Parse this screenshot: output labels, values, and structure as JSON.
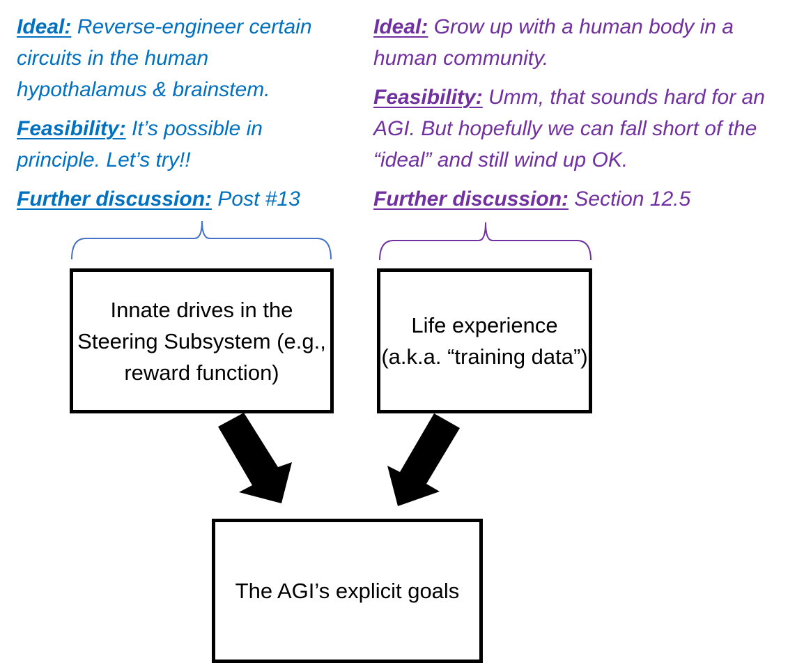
{
  "left_annotation": {
    "color": "#0070C0",
    "ideal_label": "Ideal:",
    "ideal_text": " Reverse-engineer certain circuits in the human hypothalamus & brainstem.",
    "feasibility_label": "Feasibility:",
    "feasibility_text": " It’s possible in principle. Let’s try!!",
    "discussion_label": "Further discussion:",
    "discussion_text": " Post #13"
  },
  "right_annotation": {
    "color": "#7030A0",
    "ideal_label": "Ideal:",
    "ideal_text": " Grow up with a human body in a human community.",
    "feasibility_label": "Feasibility:",
    "feasibility_text": " Umm, that sounds hard for an AGI. But hopefully we can fall short of the “ideal” and still wind up OK.",
    "discussion_label": "Further discussion:",
    "discussion_text": " Section 12.5"
  },
  "boxes": {
    "innate": "Innate drives in the Steering Subsystem (e.g., reward function)",
    "life": "Life experience (a.k.a. “training data”)",
    "goals": "The AGI’s explicit goals"
  },
  "colors": {
    "brace_left": "#4472C4",
    "brace_right": "#7030A0",
    "arrow": "#000000"
  }
}
